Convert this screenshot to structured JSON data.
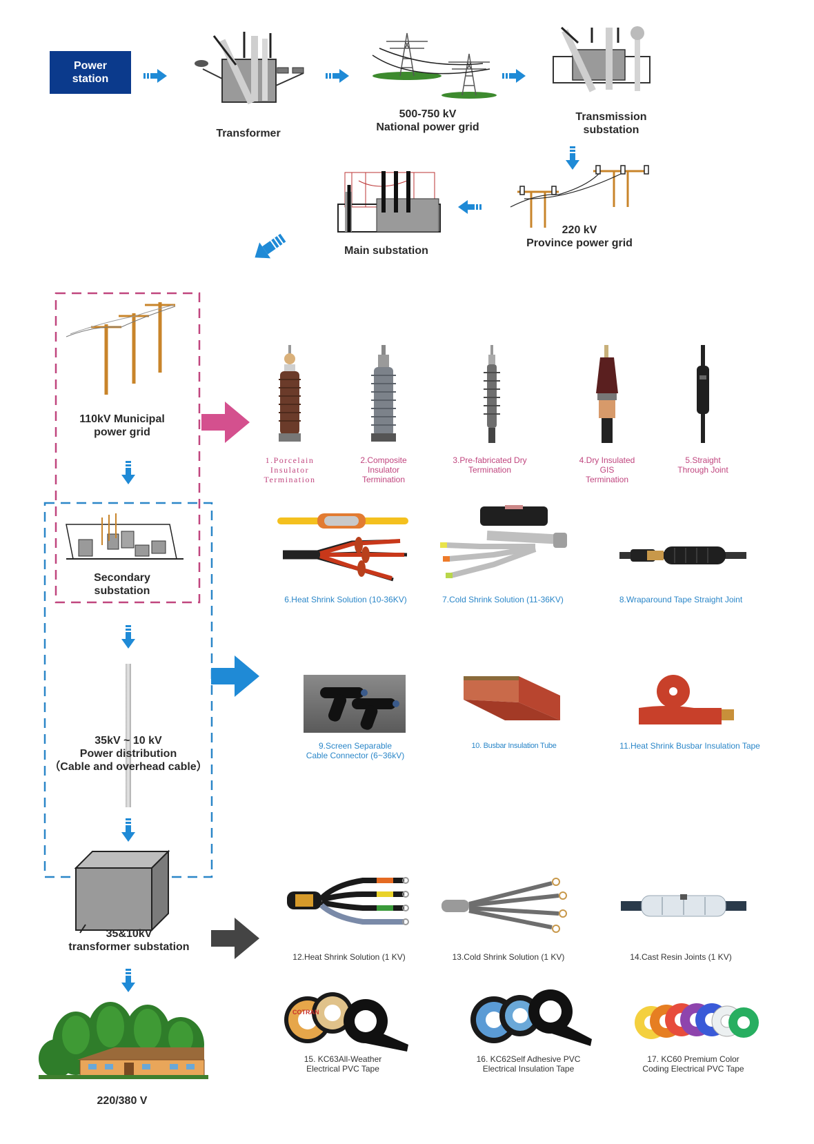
{
  "top": {
    "power_station": "Power\nstation",
    "transformer": "Transformer",
    "national_grid": "500-750 kV\nNational power grid",
    "transmission_substation": "Transmission\nsubstation",
    "province_grid": "220 kV\nProvince power grid",
    "main_substation": "Main substation"
  },
  "chain": {
    "municipal_grid": "110kV Municipal\npower grid",
    "secondary_substation": "Secondary\nsubstation",
    "distribution": "35kV ~ 10 kV\nPower distribution\n（Cable and overhead cable）",
    "transformer_substation": "35&10kV\ntransformer substation",
    "final_voltage": "220/380 V"
  },
  "products": {
    "p1": "1.Porcelain\nInsulator\nTermination",
    "p2": "2.Composite\nInsulator\nTermination",
    "p3": "3.Pre-fabricated Dry\nTermination",
    "p4": "4.Dry Insulated\nGIS\nTermination",
    "p5": "5.Straight\nThrough Joint",
    "p6": "6.Heat Shrink Solution (10-36KV)",
    "p7": "7.Cold Shrink Solution (11-36KV)",
    "p8": "8.Wraparound Tape Straight Joint",
    "p9": "9.Screen Separable\nCable Connector (6~36kV)",
    "p10": "10. Busbar Insulation Tube",
    "p11": "11.Heat Shrink Busbar Insulation Tape",
    "p12": "12.Heat Shrink Solution (1 KV)",
    "p13": "13.Cold Shrink Solution (1 KV)",
    "p14": "14.Cast Resin Joints (1 KV)",
    "p15": "15. KC63All-Weather\nElectrical PVC Tape",
    "p16": "16. KC62Self Adhesive PVC\nElectrical Insulation Tape",
    "p17": "17. KC60 Premium Color\nCoding Electrical PVC Tape"
  },
  "tape_brand": "COTRAN",
  "colors": {
    "navy": "#0b3a8c",
    "arrow_blue": "#1f8ad6",
    "pink": "#c0457e",
    "dashed_blue": "#2a86c8",
    "dark_arrow": "#444444",
    "wood": "#c8842a"
  }
}
